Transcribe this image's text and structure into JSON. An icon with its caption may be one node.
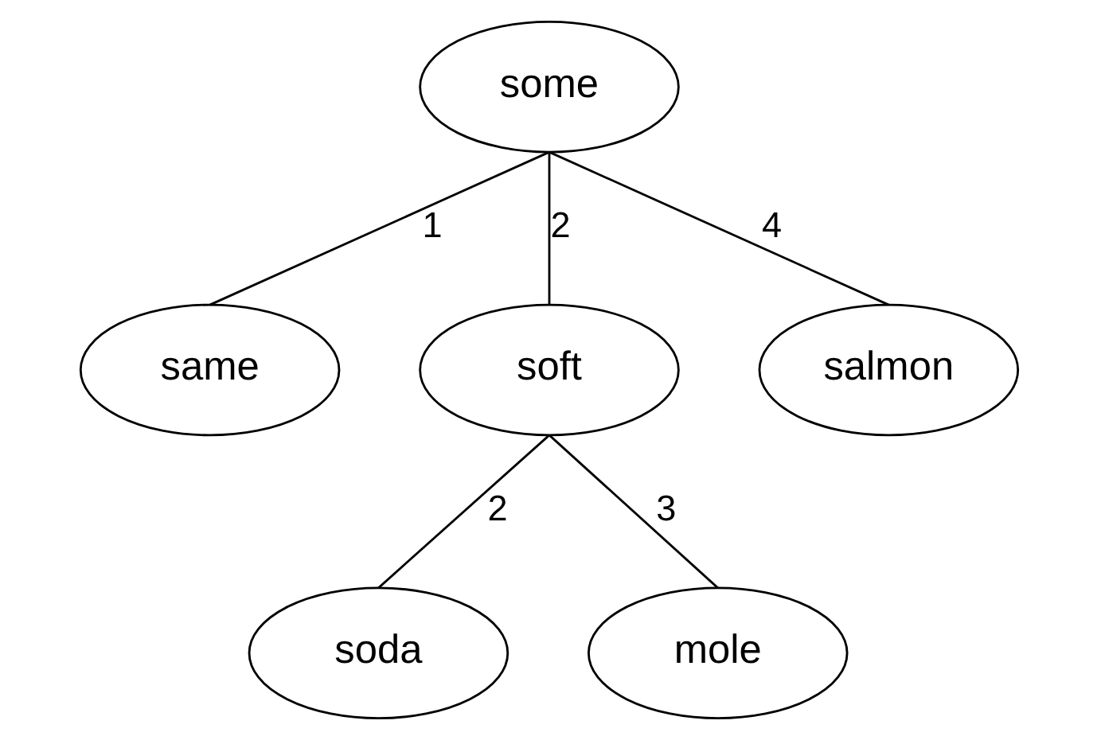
{
  "diagram": {
    "nodes": [
      {
        "text": [
          "some"
        ]
      },
      {
        "text": [
          "same"
        ]
      },
      {
        "text": [
          "soft"
        ]
      },
      {
        "text": [
          "salmon"
        ]
      },
      {
        "text": [
          "soda"
        ]
      },
      {
        "text": [
          "mole"
        ]
      }
    ],
    "edges": [
      {
        "from": 0,
        "to": 1,
        "arrow": "none",
        "label": "1"
      },
      {
        "from": 0,
        "to": 2,
        "arrow": "none",
        "label": "2"
      },
      {
        "from": 0,
        "to": 3,
        "arrow": "none",
        "label": "4"
      },
      {
        "from": 2,
        "to": 4,
        "arrow": "none",
        "label": "2"
      },
      {
        "from": 2,
        "to": 5,
        "arrow": "none",
        "label": "3"
      }
    ]
  }
}
